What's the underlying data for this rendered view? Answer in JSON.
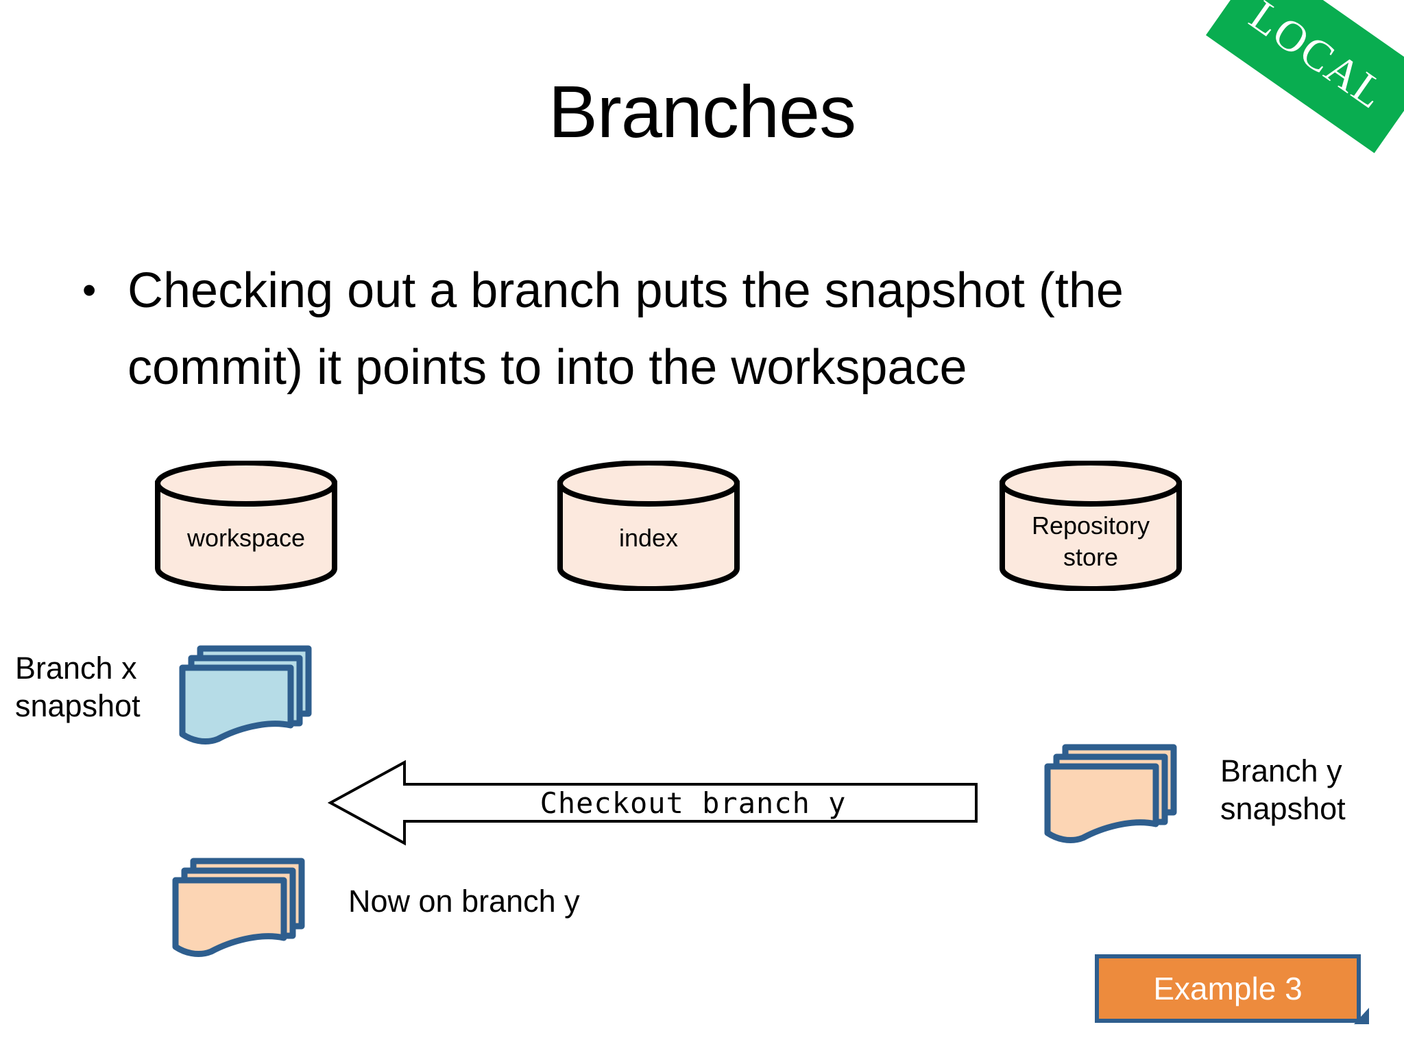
{
  "slide": {
    "title": "Branches",
    "corner_badge": {
      "label": "LOCAL",
      "color": "#09AD50",
      "text_color": "#FFFFFF"
    },
    "bullets": [
      {
        "marker": "•",
        "text": "Checking out a branch puts the snapshot (the commit) it points to into the workspace"
      }
    ],
    "diagram": {
      "cylinders": [
        {
          "id": "workspace",
          "label": "workspace",
          "fill": "#FCE9DE",
          "stroke": "#000000"
        },
        {
          "id": "index",
          "label": "index",
          "fill": "#FCE9DE",
          "stroke": "#000000"
        },
        {
          "id": "repository-store",
          "label": "Repository\nstore",
          "fill": "#FCE9DE",
          "stroke": "#000000"
        }
      ],
      "snapshots": [
        {
          "id": "branch-x-snapshot",
          "label": "Branch x\nsnapshot",
          "fill": "#B6DCE7",
          "stroke": "#2E5E8E",
          "label_side": "left"
        },
        {
          "id": "branch-y-snapshot",
          "label": "Branch y\nsnapshot",
          "fill": "#FCD5B4",
          "stroke": "#2E5E8E",
          "label_side": "right"
        },
        {
          "id": "now-on-branch-y",
          "label": "Now on branch y",
          "fill": "#FCD5B4",
          "stroke": "#2E5E8E",
          "label_side": "right"
        }
      ],
      "arrow": {
        "label": "Checkout branch y",
        "direction": "left",
        "fill": "#FFFFFF",
        "stroke": "#000000"
      }
    },
    "example_badge": {
      "label": "Example 3",
      "fill": "#ED8B3D",
      "border": "#2E5E8E",
      "text_color": "#FFFFFF"
    }
  }
}
